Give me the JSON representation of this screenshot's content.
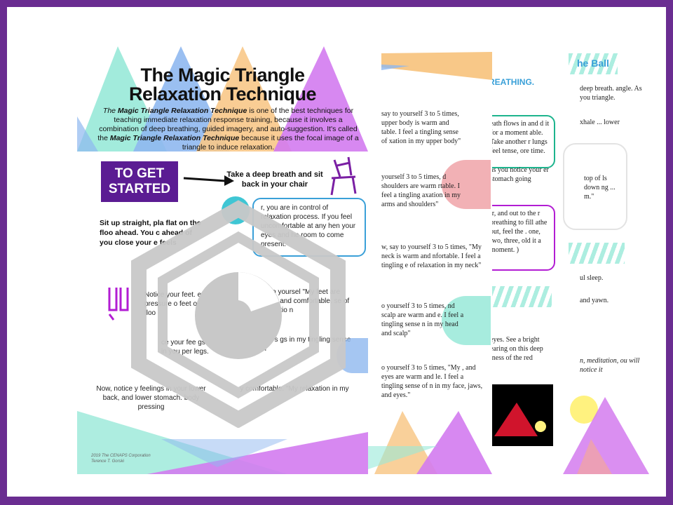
{
  "colors": {
    "frame": "#6a2d91",
    "purple": "#5b1c93",
    "mint": "#98e9d8",
    "blue": "#8fb8ef",
    "orange": "#f8c888",
    "violet": "#d37bef",
    "pink": "#f0a3a8",
    "yellow": "#fff27f",
    "teal": "#1db48d",
    "red": "#d0142c",
    "watermark": "#c8c8c8"
  },
  "page1": {
    "title_line1": "The Magic Triangle",
    "title_line2": "Relaxation Technique",
    "intro_lead": "The ",
    "intro_bold1": "Magic Triangle Relaxation Technique",
    "intro_mid": " is one of the best techniques for teaching immediate relaxation response training, because it involves a combination of deep breathing, guided imagery, and auto-suggestion. It's called the ",
    "intro_bold2": "Magic Triangle Relaxation Technique",
    "intro_end": " because it uses the focal image of a triangle to induce relaxation.",
    "started_line1": "TO GET",
    "started_line2": "STARTED",
    "deep_breath": "Take a deep breath and sit back in your chair",
    "sit_text": "Sit up straight, pla flat on the floo ahead. You c ahead of you close your e feels",
    "control_text": "r, you are in control of relaxation process. If you feel uncomfortable at any hen your eyes and he room to come present.",
    "feet_text": "Notice your feet. e the pressure o feet on the floo",
    "warm_text": "ay to yoursel \"My feet are warm and comfortable. se of relaxatio n",
    "legs_text": "ce your fee gs in you per legs.",
    "legs2_text": "yours gs in my tingling sense of",
    "back_text": "Now, notice y feelings in your lower back, and lower stomach. body pressing",
    "back2_text": "y comfortable. \"My relaxation in my",
    "footer_line1": "2019 The CENAPS Corporation",
    "footer_line2": "Terence T. Gorski"
  },
  "page2": {
    "t1": "say to yourself 3 to 5 times, upper body is warm and table. I feel a tingling sense of xation in my upper body\"",
    "t2": "yourself 3 to 5 times, d shoulders are warm rtable. I feel a tingling axation in my arms and shoulders\"",
    "t3": "w, say to yourself 3 to 5 times, \"My neck is warm and nfortable. I feel a tingling e of relaxation in my neck\"",
    "t4": "o yourself 3 to 5 times, nd scalp are warm and e. I feel a tingling sense n in my head and scalp\"",
    "t5": "o yourself 3 to 5 times, \"My , and eyes are warm and le. I feel a tingling sense of n in my face, jaws, and eyes.\""
  },
  "page3": {
    "heading1": "REATHING.",
    "heading2": "he Ball",
    "c1": "deep breath. angle. As you triangle.",
    "c2": "xhale ... lower",
    "b1": "eath flows in and d it for a moment able. Take another r lungs feel tense, ore time.",
    "b2": "as you notice your er stomach going",
    "c3": "top of ls down ng ... m.\"",
    "b3": "ir, and out to the r breathing to fill athe out, feel the . one, two, three, old it a moment. )",
    "c4": "ul sleep.",
    "c5": "and yawn.",
    "c6": "eyes. See a bright earing on this deep tness of the red",
    "c7": "n, meditation, ou will notice it"
  },
  "icons": {
    "watermark": "hexagon-logo-icon",
    "chair": "chair-icon",
    "arrow": "arrow-right-icon",
    "feet": "feet-icon",
    "triangle": "red-triangle-icon"
  }
}
